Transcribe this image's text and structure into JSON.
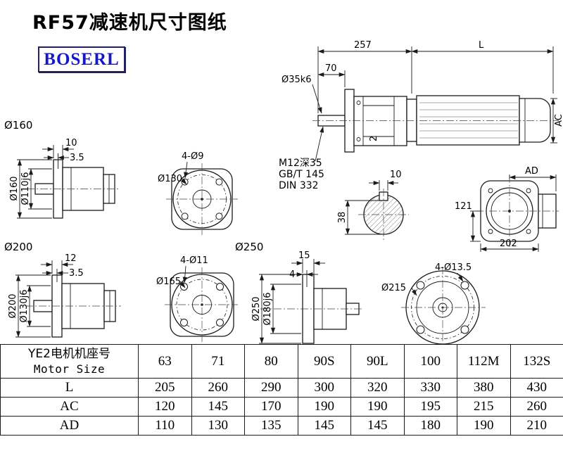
{
  "page": {
    "title": "RF57减速机尺寸图纸",
    "logo": "BOSERL"
  },
  "main_view": {
    "dim_257": "257",
    "dim_L": "L",
    "dim_70": "70",
    "shaft_dia": "Ø35k6",
    "dim_AC": "AC",
    "dim_2": "2",
    "tap_note": "M12深35",
    "std_note1": "GB/T 145",
    "std_note2": "DIN 332"
  },
  "flange160_view": {
    "label": "Ø160",
    "dim_10": "10",
    "dim_3_5": "3.5",
    "dia_outer": "Ø160",
    "dia_pilot": "Ø110j6"
  },
  "front130_view": {
    "holes": "4-Ø9",
    "bolt_circle": "Ø130"
  },
  "shaft_section_view": {
    "key_width": "10",
    "key_height": "38"
  },
  "motor_rear_view": {
    "dim_AD": "AD",
    "dim_121": "121",
    "dim_202": "202"
  },
  "flange200_view": {
    "label": "Ø200",
    "dim_12": "12",
    "dim_3_5": "3.5",
    "dia_outer": "Ø200",
    "dia_pilot": "Ø130j6"
  },
  "front165_view": {
    "holes": "4-Ø11",
    "bolt_circle": "Ø165"
  },
  "flange250_view": {
    "label": "Ø250",
    "dim_15": "15",
    "dim_4": "4",
    "dia_outer": "Ø250",
    "dia_pilot": "Ø180j6"
  },
  "front215_view": {
    "holes": "4-Ø13.5",
    "bolt_circle": "Ø215"
  },
  "table": {
    "header": {
      "label_cn": "YE2电机机座号",
      "label_en": "Motor Size",
      "sizes": [
        "63",
        "71",
        "80",
        "90S",
        "90L",
        "100",
        "112M",
        "132S"
      ]
    },
    "rows": [
      {
        "label": "L",
        "values": [
          "205",
          "260",
          "290",
          "300",
          "320",
          "330",
          "380",
          "430"
        ]
      },
      {
        "label": "AC",
        "values": [
          "120",
          "145",
          "170",
          "190",
          "190",
          "195",
          "215",
          "260"
        ]
      },
      {
        "label": "AD",
        "values": [
          "110",
          "130",
          "135",
          "145",
          "145",
          "180",
          "190",
          "210"
        ]
      }
    ]
  }
}
